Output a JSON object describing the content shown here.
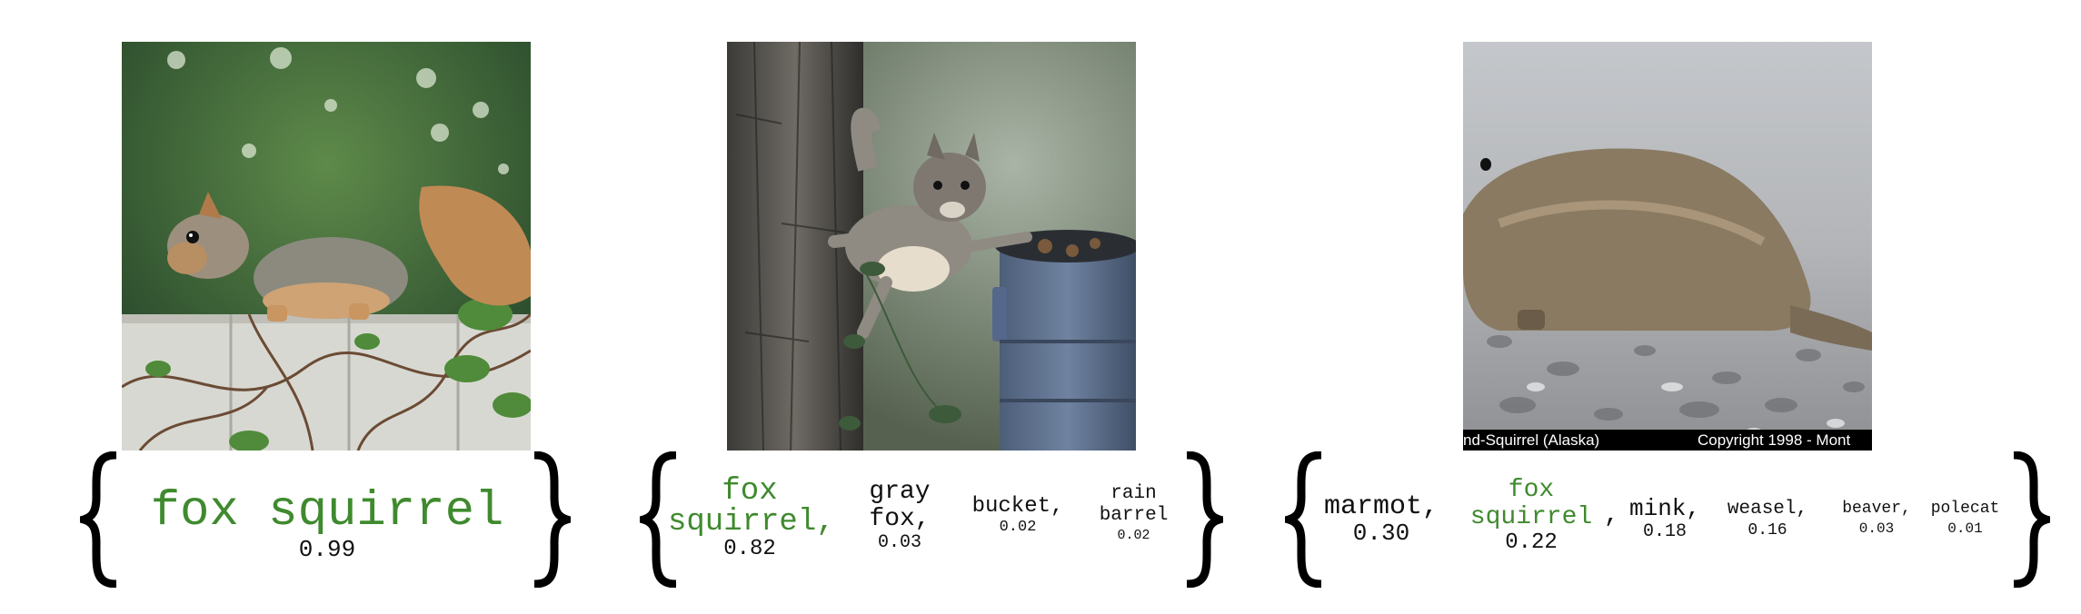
{
  "panels": [
    {
      "photo_icon": "fox-squirrel-on-fence-photo",
      "predictions": [
        {
          "label": "fox squirrel",
          "prob": "0.99",
          "correct": true
        }
      ]
    },
    {
      "photo_icon": "squirrel-on-tree-trunk-photo",
      "predictions": [
        {
          "label_line1": "fox",
          "label_line2": "squirrel,",
          "prob": "0.82",
          "correct": true
        },
        {
          "label_line1": "gray",
          "label_line2": "fox,",
          "prob": "0.03",
          "correct": false
        },
        {
          "label": "bucket,",
          "prob": "0.02",
          "correct": false
        },
        {
          "label_line1": "rain",
          "label_line2": "barrel",
          "prob": "0.02",
          "correct": false
        }
      ]
    },
    {
      "photo_icon": "ground-squirrel-on-gravel-photo",
      "caption_left": "nd-Squirrel (Alaska)",
      "caption_right": "Copyright 1998 - Mont",
      "predictions": [
        {
          "label": "marmot,",
          "prob": "0.30",
          "correct": false
        },
        {
          "label_line1": "fox",
          "label_line2": "squirrel",
          "prob": "0.22",
          "correct": true
        },
        {
          "label": "mink,",
          "prob": "0.18",
          "correct": false
        },
        {
          "label": "weasel,",
          "prob": "0.16",
          "correct": false
        },
        {
          "label": "beaver,",
          "prob": "0.03",
          "correct": false
        },
        {
          "label": "polecat",
          "prob": "0.01",
          "correct": false
        }
      ]
    }
  ],
  "colors": {
    "correct": "#3f8a2e",
    "other": "#111111"
  }
}
